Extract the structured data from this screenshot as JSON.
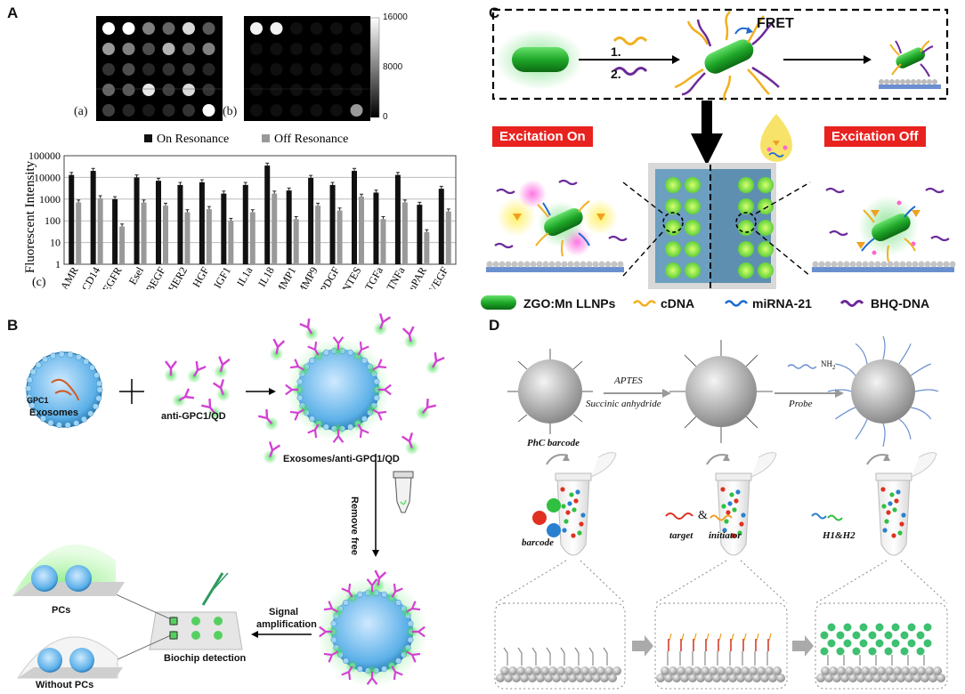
{
  "panels": {
    "a": "A",
    "b": "B",
    "c": "C",
    "d": "D"
  },
  "panelA": {
    "img_label_a": "(a)",
    "img_label_b": "(b)",
    "img_label_c": "(c)",
    "colorbar_ticks": [
      "16000",
      "8000",
      "0"
    ]
  },
  "chart_data": {
    "type": "bar",
    "ylabel": "Fluorescent Intensity",
    "yscale": "log",
    "ylim": [
      1,
      100000
    ],
    "yticks": [
      "1",
      "10",
      "100",
      "1000",
      "10000",
      "100000"
    ],
    "legend": {
      "placement": "top",
      "entries": [
        "On Resonance",
        "Off Resonance"
      ]
    },
    "categories": [
      "AMR",
      "CD14",
      "EGFR",
      "Esel",
      "HBEGF",
      "HER2",
      "HGF",
      "IGF1",
      "IL1a",
      "IL18",
      "MMP1",
      "MMP9",
      "PDGF",
      "RANTES",
      "TGFa",
      "TNFa",
      "uPAR",
      "VEGF"
    ],
    "series": [
      {
        "name": "On Resonance",
        "color": "#111111",
        "values": [
          13000,
          20000,
          1000,
          10000,
          7000,
          4500,
          6000,
          1800,
          4500,
          35000,
          2500,
          9500,
          4500,
          20000,
          2000,
          13000,
          550,
          3000
        ]
      },
      {
        "name": "Off Resonance",
        "color": "#999999",
        "values": [
          700,
          1100,
          55,
          700,
          500,
          250,
          350,
          100,
          250,
          1800,
          120,
          500,
          300,
          1300,
          120,
          700,
          30,
          270
        ]
      }
    ]
  },
  "panelB": {
    "gpc1": "GPC1",
    "exosomes": "Exosomes",
    "anti": "anti-GPC1/QD",
    "complex": "Exosomes/anti-GPC1/QD",
    "remove": "Remove free",
    "signal1": "Signal",
    "signal2": "amplification",
    "biochip": "Biochip detection",
    "pcs": "PCs",
    "without": "Without PCs"
  },
  "panelC": {
    "step1": "1.",
    "step2": "2.",
    "fret": "FRET",
    "on": "Excitation On",
    "off": "Excitation Off",
    "legend": [
      "ZGO:Mn LLNPs",
      "cDNA",
      "miRNA-21",
      "BHQ-DNA"
    ]
  },
  "panelD": {
    "phc": "PhC barcode",
    "aptes": "APTES",
    "succinic": "Succinic anhydride",
    "probe": "Probe",
    "nh2": "NH",
    "nh2sub": "2",
    "barcode": "barcode",
    "target": "target",
    "amp": "&",
    "initiator": "initiator",
    "h1h2": "H1&H2"
  }
}
